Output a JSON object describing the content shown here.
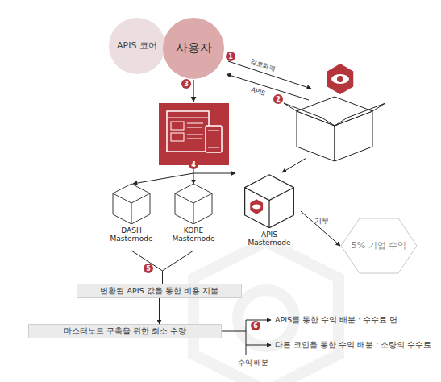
{
  "diagram": {
    "nodes": [
      {
        "text": [
          "APIS 코어"
        ]
      },
      {
        "text": [
          "사용자"
        ]
      },
      {
        "text": [
          "DASH Masternode"
        ]
      },
      {
        "text": [
          "KORE Masternode"
        ]
      },
      {
        "text": [
          "APIS Masternode"
        ]
      },
      {
        "text": [
          "5% 기업 수익"
        ]
      },
      {
        "text": [
          "변환된 APIS 값을 통한 비용 지불"
        ]
      },
      {
        "text": [
          "마스터노드 구축을 위한 최소 수량"
        ]
      }
    ],
    "edges": [
      {
        "from": 4,
        "to": 5,
        "label": "기부",
        "arrow": "to"
      },
      {
        "from": 2,
        "to": 6,
        "arrow": "none"
      },
      {
        "from": 3,
        "to": 6,
        "arrow": "none"
      },
      {
        "from": 6,
        "to": 7,
        "arrow": "to"
      }
    ],
    "labels": [
      "암호화폐",
      "APIS",
      "1",
      "2",
      "3",
      "4",
      "5",
      "6",
      "APIS를 통한 수익 배분 : 수수료 면",
      "다른 코인을 통한 수익 배분 : 소량의 수수료",
      "수익 배분"
    ]
  }
}
